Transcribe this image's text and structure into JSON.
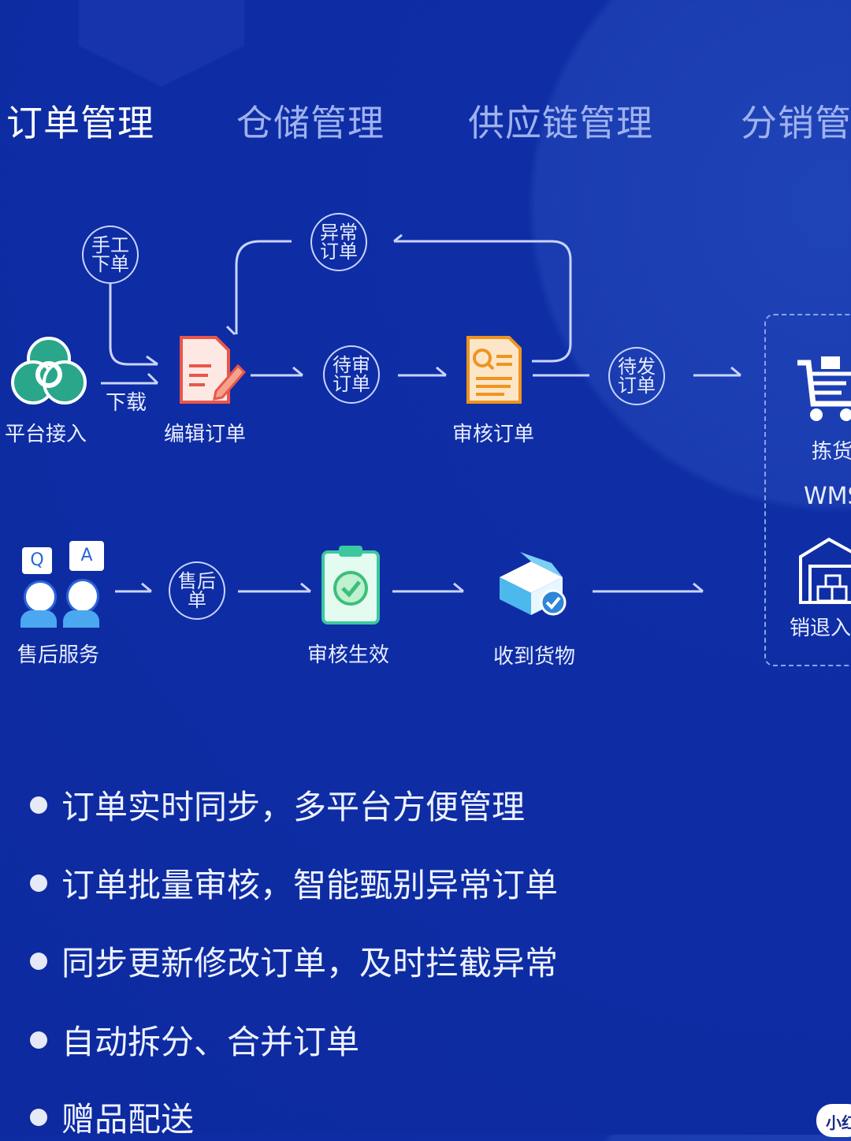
{
  "tabs": [
    {
      "label": "订单管理",
      "active": true
    },
    {
      "label": "仓储管理"
    },
    {
      "label": "供应链管理"
    },
    {
      "label": "分销管"
    }
  ],
  "flow": {
    "platform": "平台接入",
    "download": "下载",
    "manual": "手工下单",
    "edit": "编辑订单",
    "abnormal": "异常订单",
    "pending_review": "待审订单",
    "review": "审核订单",
    "pending_ship": "待发订单",
    "after_sales": "售后服务",
    "after_sales_order": "售后单",
    "approve": "审核生效",
    "received": "收到货物",
    "qa_q": "Q",
    "qa_a": "A"
  },
  "wms": {
    "picking": "拣货",
    "title": "WMS",
    "return_in": "销退入"
  },
  "features": [
    "订单实时同步，多平台方便管理",
    "订单批量审核，智能甄别异常订单",
    "同步更新修改订单，及时拦截异常",
    "自动拆分、合并订单",
    "赠品配送"
  ],
  "watermark": "小红"
}
